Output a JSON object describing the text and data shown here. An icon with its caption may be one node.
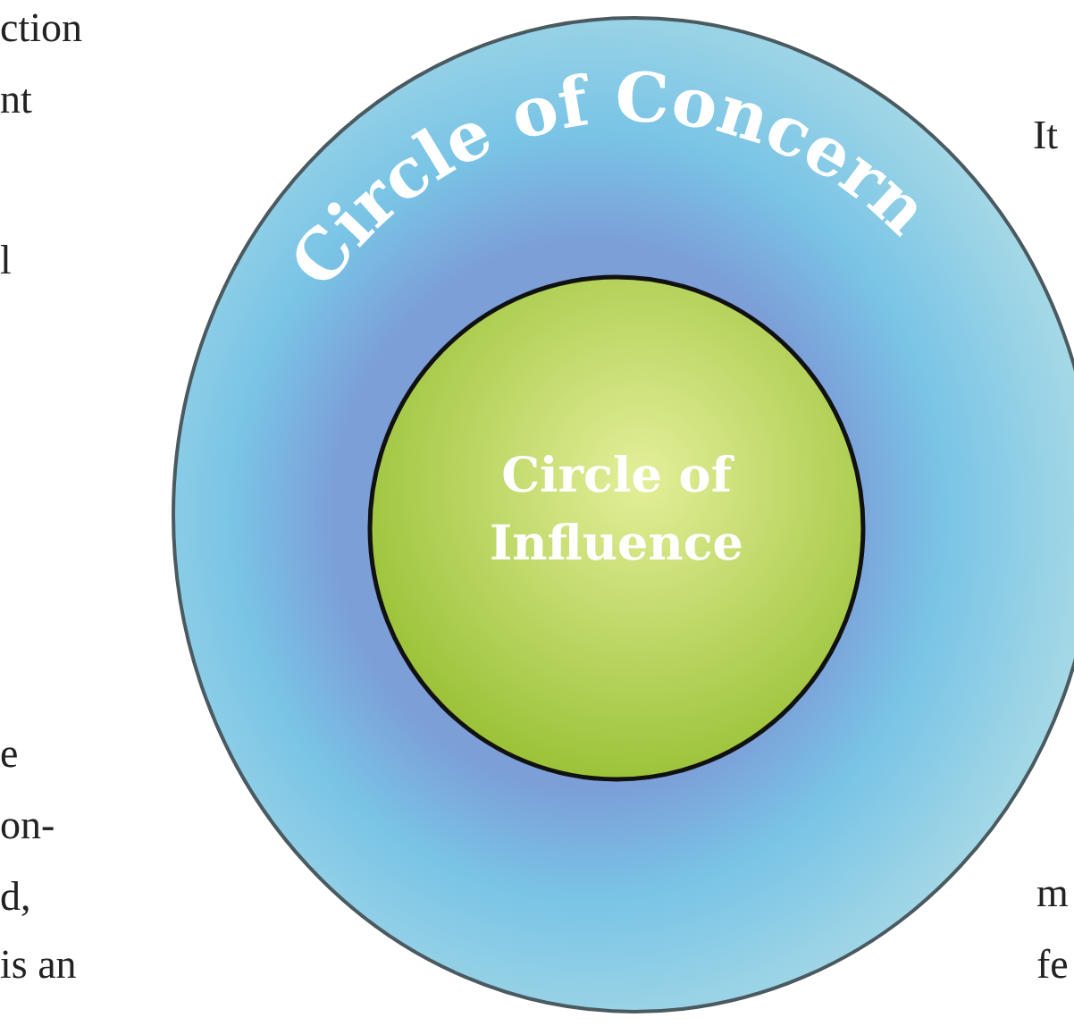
{
  "diagram": {
    "nodes": [
      {
        "text": [
          "Circle of Concern"
        ]
      },
      {
        "text": [
          "Circle of Influence"
        ],
        "in": 0
      }
    ],
    "edges": [],
    "labels": [
      "ction",
      "nt",
      "l",
      "It",
      "e",
      "on-",
      "d,",
      "m",
      "is an",
      "fe"
    ]
  }
}
